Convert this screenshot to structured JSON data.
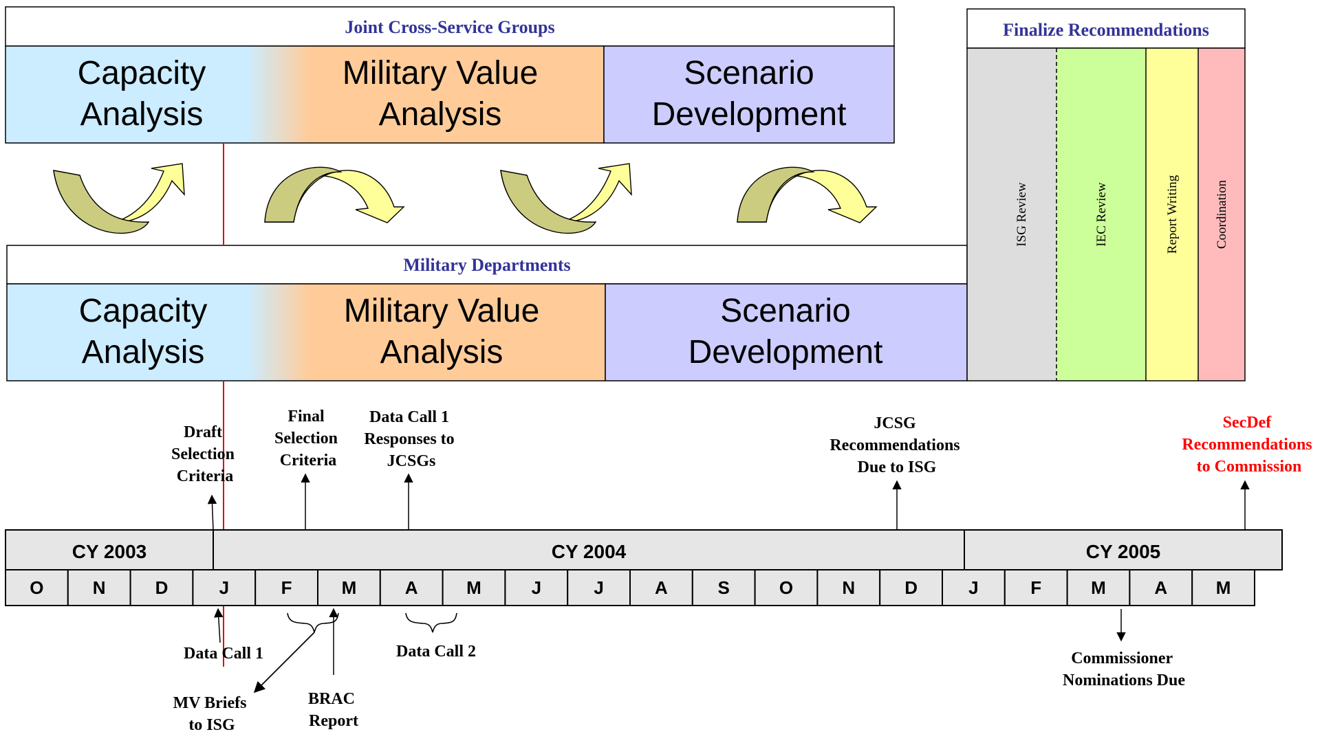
{
  "jcsg": {
    "title": "Joint Cross-Service Groups",
    "boxes": [
      {
        "lines": [
          "Capacity",
          "Analysis"
        ]
      },
      {
        "lines": [
          "Military Value",
          "Analysis"
        ]
      },
      {
        "lines": [
          "Scenario",
          "Development"
        ]
      }
    ]
  },
  "milDep": {
    "title": "Military Departments",
    "boxes": [
      {
        "lines": [
          "Capacity",
          "Analysis"
        ]
      },
      {
        "lines": [
          "Military Value",
          "Analysis"
        ]
      },
      {
        "lines": [
          "Scenario",
          "Development"
        ]
      }
    ]
  },
  "finalize": {
    "title": "Finalize Recommendations",
    "columns": [
      "ISG Review",
      "IEC Review",
      "Report Writing",
      "Coordination"
    ]
  },
  "timeline": {
    "years": [
      "CY 2003",
      "CY 2004",
      "CY 2005"
    ],
    "months": [
      "O",
      "N",
      "D",
      "J",
      "F",
      "M",
      "A",
      "M",
      "J",
      "J",
      "A",
      "S",
      "O",
      "N",
      "D",
      "J",
      "F",
      "M",
      "A",
      "M"
    ]
  },
  "events_above": [
    {
      "lines": [
        "Draft",
        "Selection",
        "Criteria"
      ]
    },
    {
      "lines": [
        "Final",
        "Selection",
        "Criteria"
      ]
    },
    {
      "lines": [
        "Data Call 1",
        "Responses to",
        "JCSGs"
      ]
    },
    {
      "lines": [
        "JCSG",
        "Recommendations",
        "Due to ISG"
      ]
    },
    {
      "lines": [
        "SecDef",
        "Recommendations",
        "to Commission"
      ]
    }
  ],
  "events_below": [
    {
      "lines": [
        "Data Call 1"
      ]
    },
    {
      "lines": [
        "Data Call 2"
      ]
    },
    {
      "lines": [
        "MV Briefs",
        "to ISG"
      ]
    },
    {
      "lines": [
        "BRAC",
        "Report"
      ]
    },
    {
      "lines": [
        "Commissioner",
        "Nominations Due"
      ]
    }
  ],
  "colors": {
    "title_blue": "#333399",
    "capacity": "#CCECFF",
    "military_value": "#FFCC99",
    "scenario": "#CCCCFF",
    "isg_review": "#DDDDDD",
    "iec_review": "#CCFF99",
    "report_writing": "#FFFF99",
    "coordination": "#FFBBBB",
    "timeline_fill": "#E6E6E6",
    "secdef_red": "#FF0000",
    "arrow_light": "#FFFF99",
    "arrow_dark": "#CCCC80"
  }
}
